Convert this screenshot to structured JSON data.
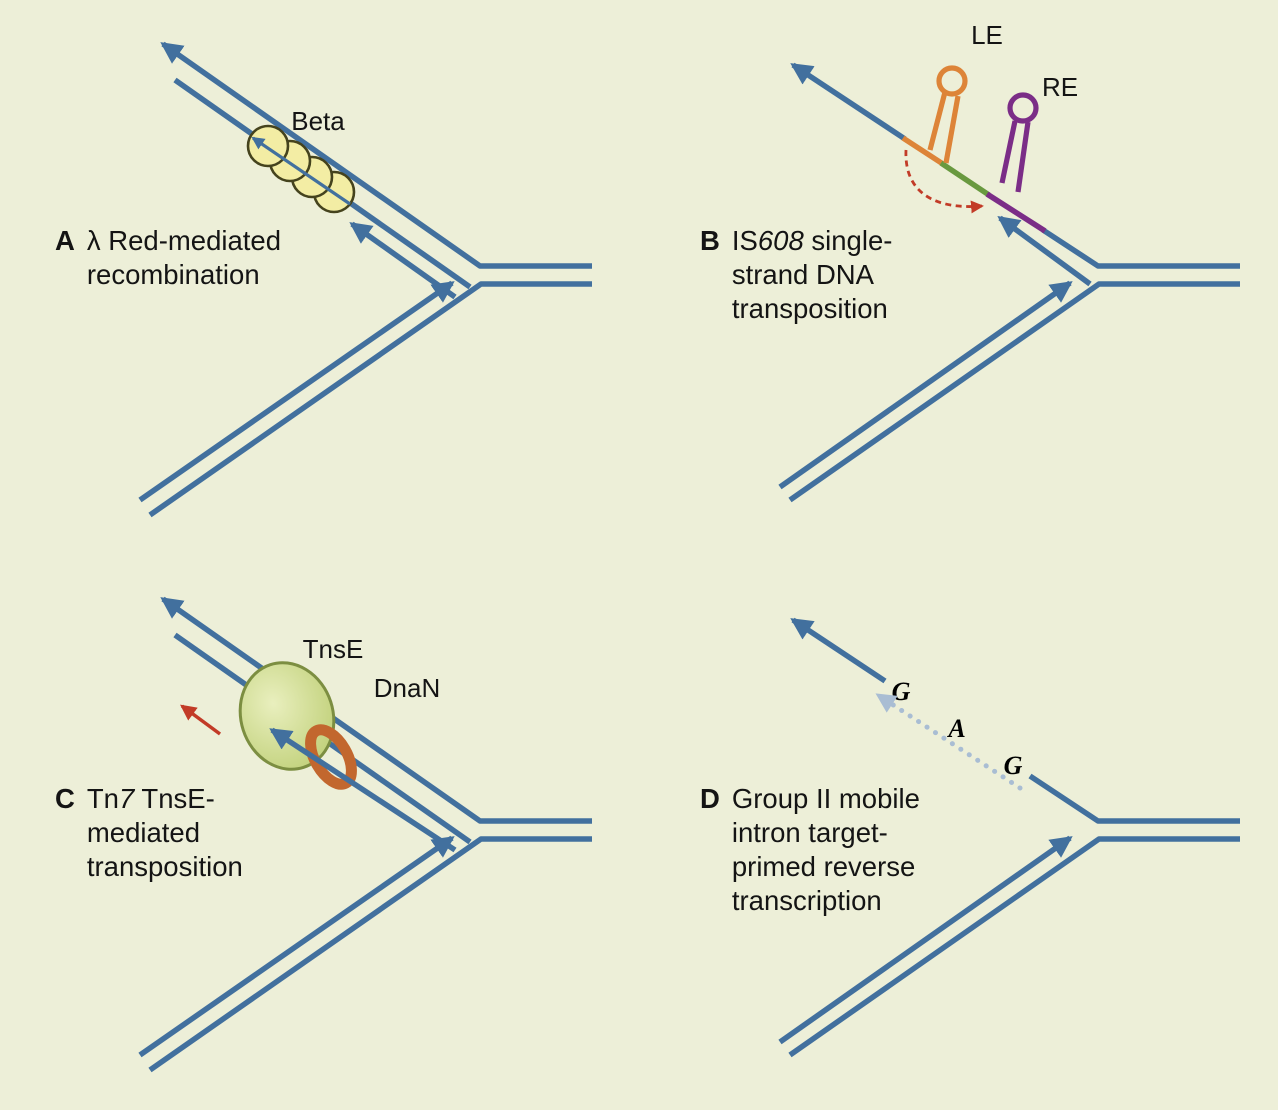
{
  "colors": {
    "background": "#edefd8",
    "strand": "#42709e",
    "text": "#141414",
    "beta_fill": "#f3eda4",
    "beta_stroke": "#45431d",
    "le_orange": "#dd8438",
    "re_purple": "#7b2d87",
    "joint_green": "#69993f",
    "red_accent": "#c23b27",
    "tnse_fill_light": "#e9efbe",
    "tnse_fill_dark": "#bccd72",
    "tnse_stroke": "#7c8e41",
    "dnan_orange": "#c2672e",
    "cdna_gray": "#a9bdd3"
  },
  "panels": {
    "a": {
      "letter": "A",
      "cap": {
        "l1": "λ Red-mediated",
        "l2": "recombination"
      },
      "labels": {
        "protein": "Beta"
      }
    },
    "b": {
      "letter": "B",
      "cap": {
        "l1pre": "IS",
        "l1it": "608",
        "l1post": " single-",
        "l2": "strand DNA",
        "l3": "transposition"
      },
      "labels": {
        "left_end": "LE",
        "right_end": "RE"
      }
    },
    "c": {
      "letter": "C",
      "cap": {
        "l1pre": "Tn",
        "l1it": "7",
        "l1post": " TnsE-",
        "l2": "mediated",
        "l3": "transposition"
      },
      "labels": {
        "transposase": "TnsE",
        "clamp": "DnaN"
      }
    },
    "d": {
      "letter": "D",
      "cap": {
        "l1": "Group II mobile",
        "l2": "intron target-",
        "l3": "primed reverse",
        "l4": "transcription"
      },
      "bases": [
        "G",
        "A",
        "G"
      ]
    }
  }
}
